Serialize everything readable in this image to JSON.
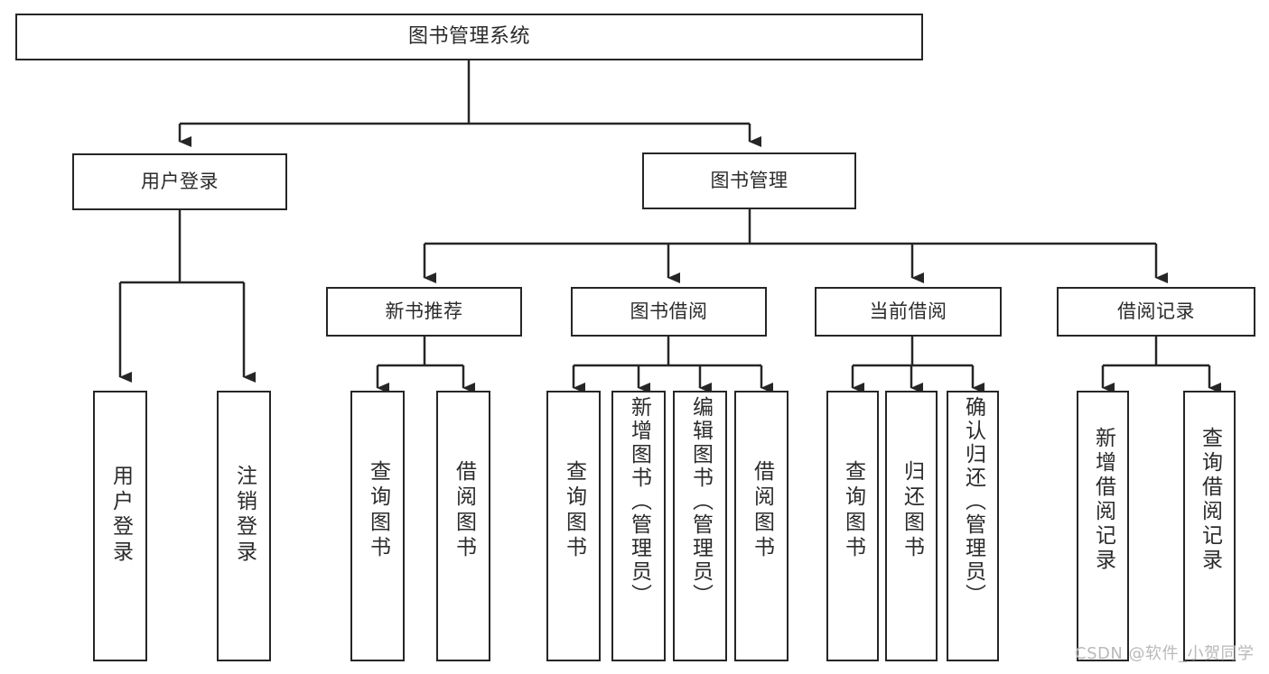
{
  "diagram": {
    "title": "图书管理系统",
    "type": "tree",
    "colors": {
      "stroke": "#262626",
      "fill": "#ffffff",
      "text": "#2b2b2b",
      "watermark": "#b9b9b9"
    },
    "levels": {
      "level1": [
        "图书管理系统"
      ],
      "level2": [
        "用户登录",
        "图书管理"
      ],
      "level3": [
        "新书推荐",
        "图书借阅",
        "当前借阅",
        "借阅记录"
      ],
      "level4": [
        "用户登录",
        "注销登录",
        "查询图书",
        "借阅图书",
        "查询图书",
        "新增图书（管理员）",
        "编辑图书（管理员）",
        "借阅图书",
        "查询图书",
        "归还图书",
        "确认归还（管理员）",
        "新增借阅记录",
        "查询借阅记录"
      ]
    },
    "nodes": {
      "root": {
        "label": "图书管理系统"
      },
      "user_login": {
        "label": "用户登录"
      },
      "book_manage": {
        "label": "图书管理"
      },
      "new_book_rec": {
        "label": "新书推荐"
      },
      "book_borrow": {
        "label": "图书借阅"
      },
      "current_borrow": {
        "label": "当前借阅"
      },
      "borrow_record": {
        "label": "借阅记录"
      },
      "leaf_user_login": {
        "label": "用户登录"
      },
      "leaf_logout": {
        "label": "注销登录"
      },
      "leaf_query_book_1": {
        "label": "查询图书"
      },
      "leaf_borrow_book_1": {
        "label": "借阅图书"
      },
      "leaf_query_book_2": {
        "label": "查询图书"
      },
      "leaf_add_book_admin": {
        "label": "新增图书（管理员）"
      },
      "leaf_edit_book_admin": {
        "label": "编辑图书（管理员）"
      },
      "leaf_borrow_book_2": {
        "label": "借阅图书"
      },
      "leaf_query_book_3": {
        "label": "查询图书"
      },
      "leaf_return_book": {
        "label": "归还图书"
      },
      "leaf_confirm_return_admin": {
        "label": "确认归还（管理员）"
      },
      "leaf_add_borrow_record": {
        "label": "新增借阅记录"
      },
      "leaf_query_borrow_record": {
        "label": "查询借阅记录"
      }
    }
  },
  "watermark": {
    "text": "CSDN @软件_小贺同学"
  }
}
